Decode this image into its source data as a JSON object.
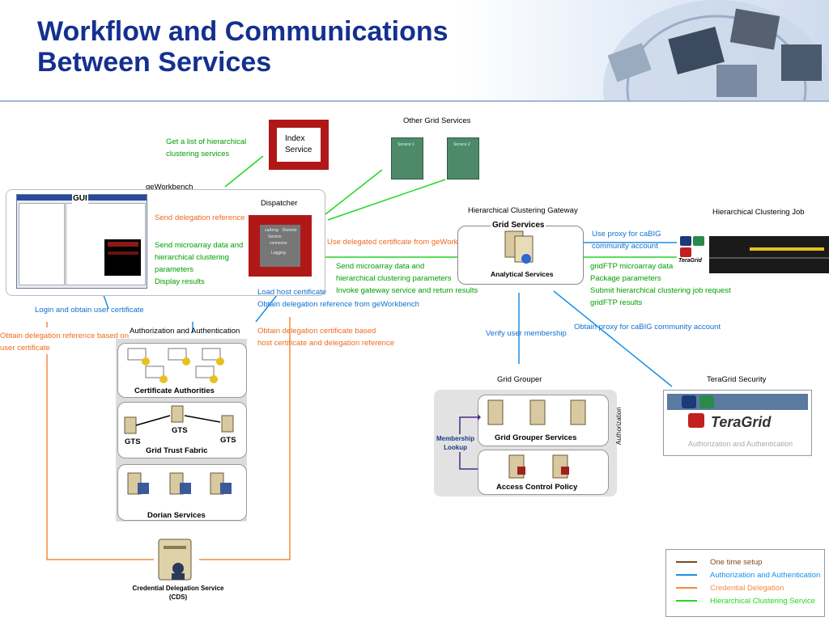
{
  "title": {
    "line1": "Workflow and Communications",
    "line2": "Between Services"
  },
  "nodes": {
    "index_service": "Index\nService",
    "other_grid_services": "Other Grid Services",
    "service1": "Service 1",
    "service2": "Service 2",
    "geworkbench": "geWorkbench",
    "gui": "GUI",
    "dispatcher": "Dispatcher",
    "dispatcher_inner": [
      "caArray",
      "Remote",
      "Service",
      "connector",
      "Logging"
    ],
    "hc_gateway": "Hierarchical Clustering Gateway",
    "grid_services": "Grid Services",
    "analytical_services": "Analytical Services",
    "hc_job": "Hierarchical Clustering Job",
    "teragrid_small": "TeraGrid",
    "auth_title": "Authorization and Authentication",
    "cert_authorities": "Certificate Authorities",
    "gts": "GTS",
    "grid_trust_fabric": "Grid Trust Fabric",
    "dorian_services": "Dorian Services",
    "cds": "Credential Delegation Service\n(CDS)",
    "grid_grouper_title": "Grid Grouper",
    "grid_grouper_services": "Grid Grouper Services",
    "access_control_policy": "Access Control Policy",
    "membership_lookup": "Membership\nLookup",
    "authorization": "Authorization",
    "teragrid_security": "TeraGrid Security",
    "teragrid_logo": "TeraGrid",
    "teragrid_auth": "Authorization and Authentication"
  },
  "labels": {
    "get_list": "Get a list of hierarchical\nclustering services",
    "send_delegation": "Send delegation reference",
    "send_microarray": "Send microarray data and\nhierarchical clustering\nparameters\nDisplay results",
    "use_delegated": "Use delegated certificate from geWorkbench",
    "send_microarray2": "Send microarray data and\nhierarchical clustering parameters\nInvoke gateway service and return results",
    "use_proxy": "Use proxy for caBIG\ncommunity account",
    "gridftp": "gridFTP microarray data\nPackage parameters\nSubmit hierarchical clustering job request\ngridFTP results",
    "load_host": "Load host certificate\nObtain delegation reference from geWorkbench",
    "login": "Login and obtain user certificate",
    "obtain_delegation_user": "Obtain delegation reference based on\nuser certificate",
    "obtain_delegation_host": "Obtain delegation certificate based\nhost certificate and delegation reference",
    "verify_membership": "Verify user membership",
    "obtain_proxy": "Obtain proxy for caBIG community account"
  },
  "legend": [
    {
      "label": "One time setup",
      "color": "#7a4a1e"
    },
    {
      "label": "Authorization and Authentication",
      "color": "#1a8fe6"
    },
    {
      "label": "Credential Delegation",
      "color": "#f58a3c"
    },
    {
      "label": "Hierarchical Clustering Service",
      "color": "#22d622"
    }
  ]
}
